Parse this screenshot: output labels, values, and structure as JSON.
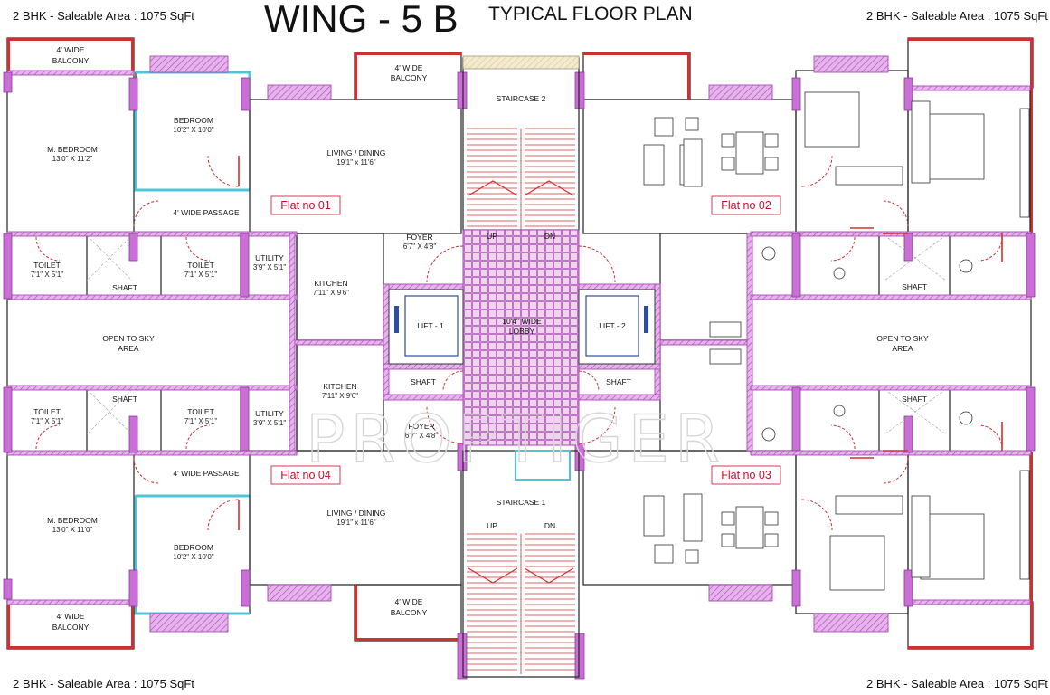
{
  "title": {
    "main": "WING - 5 B",
    "sub": "TYPICAL FLOOR PLAN"
  },
  "area_labels": {
    "top_left": "2 BHK - Saleable Area : 1075 SqFt",
    "top_right": "2 BHK - Saleable Area : 1075 SqFt",
    "bottom_left": "2 BHK - Saleable Area : 1075 SqFt",
    "bottom_right": "2 BHK - Saleable Area : 1075 SqFt"
  },
  "flats": {
    "f01": "Flat no 01",
    "f02": "Flat no 02",
    "f03": "Flat no 03",
    "f04": "Flat no 04"
  },
  "rooms": {
    "balcony_tl": {
      "l1": "4' WIDE",
      "l2": "BALCONY"
    },
    "balcony_tc": {
      "l1": "4' WIDE",
      "l2": "BALCONY"
    },
    "balcony_bl": {
      "l1": "4' WIDE",
      "l2": "BALCONY"
    },
    "balcony_bc": {
      "l1": "4' WIDE",
      "l2": "BALCONY"
    },
    "mbed_top": {
      "name": "M. BEDROOM",
      "dim": "13'0\" X 11'2\""
    },
    "mbed_bot": {
      "name": "M. BEDROOM",
      "dim": "13'0\" X 11'0\""
    },
    "bed_top": {
      "name": "BEDROOM",
      "dim": "10'2\" X 10'0\""
    },
    "bed_bot": {
      "name": "BEDROOM",
      "dim": "10'2\" X 10'0\""
    },
    "living_top": {
      "name": "LIVING / DINING",
      "dim": "19'1\" x 11'6\""
    },
    "living_bot": {
      "name": "LIVING / DINING",
      "dim": "19'1\" x 11'6\""
    },
    "passage_top": "4' WIDE PASSAGE",
    "passage_bot": "4' WIDE PASSAGE",
    "toilet1_top": {
      "name": "TOILET",
      "dim": "7'1\" X 5'1\""
    },
    "toilet2_top": {
      "name": "TOILET",
      "dim": "7'1\" X 5'1\""
    },
    "toilet1_bot": {
      "name": "TOILET",
      "dim": "7'1\" X 5'1\""
    },
    "toilet2_bot": {
      "name": "TOILET",
      "dim": "7'1\" X 5'1\""
    },
    "shaft_tl": "SHAFT",
    "shaft_bl": "SHAFT",
    "shaft_tr": "SHAFT",
    "shaft_br": "SHAFT",
    "shaft_cl": "SHAFT",
    "shaft_cr": "SHAFT",
    "utility_top": {
      "name": "UTILITY",
      "dim": "3'9\" X 5'1\""
    },
    "utility_bot": {
      "name": "UTILITY",
      "dim": "3'9\" X 5'1\""
    },
    "kitchen_top": {
      "name": "KITCHEN",
      "dim": "7'11\" X 9'6\""
    },
    "kitchen_bot": {
      "name": "KITCHEN",
      "dim": "7'11\" X 9'6\""
    },
    "foyer_top": {
      "name": "FOYER",
      "dim": "6'7\" X 4'8\""
    },
    "foyer_bot": {
      "name": "FOYER",
      "dim": "6'7\" X 4'8\""
    },
    "open_left": {
      "l1": "OPEN TO SKY",
      "l2": "AREA"
    },
    "open_right": {
      "l1": "OPEN TO SKY",
      "l2": "AREA"
    },
    "staircase_top": "STAIRCASE 2",
    "staircase_bot": "STAIRCASE 1",
    "up_top": "UP",
    "dn_top": "DN",
    "up_bot": "UP",
    "dn_bot": "DN",
    "lift1": "LIFT - 1",
    "lift2": "LIFT - 2",
    "lobby": {
      "l1": "10'4\" WIDE",
      "l2": "LOBBY"
    }
  },
  "watermark": "PROPTIGER",
  "colors": {
    "wall_hatch": "#d98be3",
    "window_cyan": "#4fc6d6",
    "door_red": "#d23030",
    "flat_label_red": "#c8102e",
    "lift_blue": "#2a4fa0"
  }
}
